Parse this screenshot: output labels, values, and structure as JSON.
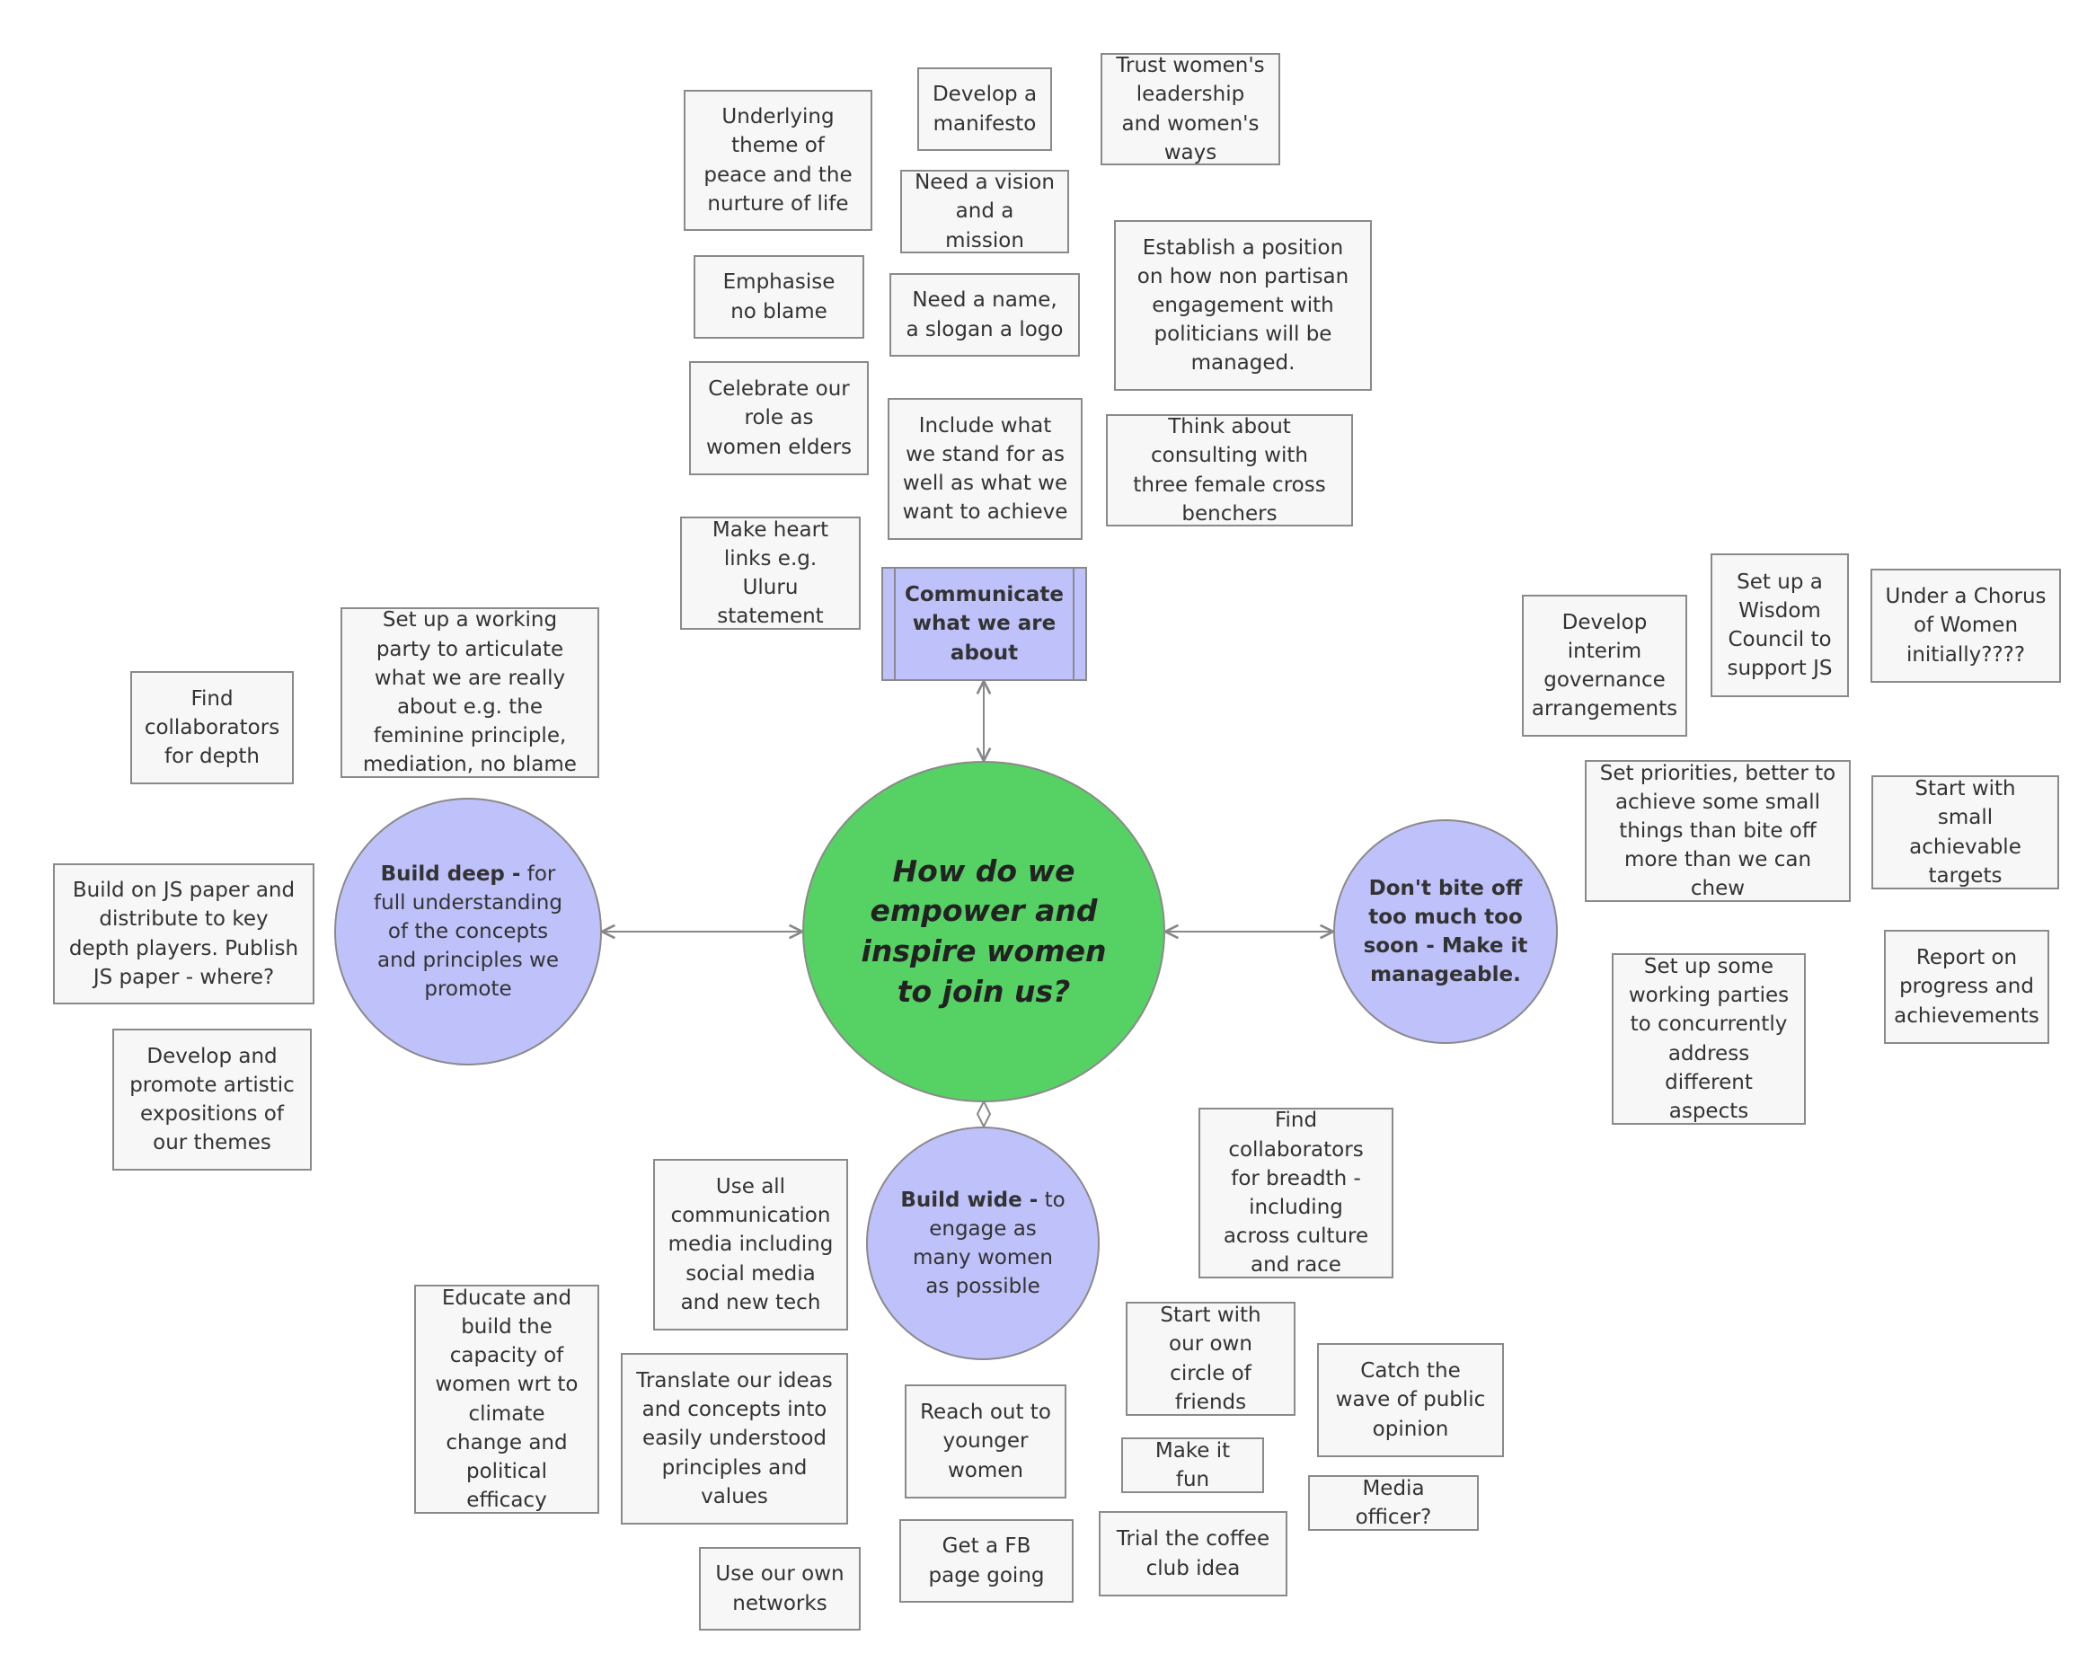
{
  "colors": {
    "center_fill": "#56d163",
    "branch_fill": "#bfc1fa",
    "note_fill": "#f7f7f7",
    "border": "#8a8a8a",
    "connector": "#888888"
  },
  "center": {
    "text": "How do we empower and inspire women to join us?"
  },
  "branches": {
    "communicate": {
      "text": "Communicate what we are about"
    },
    "build_deep": {
      "bold": "Build deep -",
      "rest": "for full understanding of the concepts and principles we promote"
    },
    "dont_bite": {
      "text": "Don't bite off too much too soon - Make it manageable."
    },
    "build_wide": {
      "bold": "Build wide -",
      "rest": "to engage as many women as possible"
    }
  },
  "notes": {
    "underlying_theme": "Underlying theme of peace and the nurture of life",
    "develop_manifesto": "Develop a manifesto",
    "trust_women": "Trust women's leadership and women's ways",
    "vision_mission": "Need a vision and a mission",
    "emphasise_no_blame": "Emphasise no blame",
    "name_slogan_logo": "Need a name, a slogan a logo",
    "establish_position": "Establish a position on how non partisan engagement with politicians will be managed.",
    "celebrate_role": "Celebrate our role as women elders",
    "include_stand_for": "Include what we stand for as well as what we want to achieve",
    "cross_benchers": "Think about consulting with three female cross benchers",
    "heart_links": "Make heart links e.g. Uluru statement",
    "working_party_articulate": "Set up a working party to articulate what we are  really about e.g. the feminine principle, mediation, no blame",
    "collaborators_depth": "Find collaborators for depth",
    "build_on_js_paper": "Build on JS paper and distribute to key depth players. Publish JS paper - where?",
    "artistic_expositions": "Develop and promote artistic expositions of our themes",
    "interim_governance": "Develop interim governance arrangements",
    "wisdom_council": "Set up a Wisdom Council to support JS",
    "chorus_of_women": "Under a Chorus of Women initially????",
    "set_priorities": "Set priorities, better to achieve some small things than bite off more than we can chew",
    "small_targets": "Start with small achievable targets",
    "report_progress": "Report on progress and achievements",
    "concurrent_parties": "Set up some working parties to concurrently address different aspects",
    "collaborators_breadth": "Find collaborators for breadth - including across culture and race",
    "communication_media": "Use all communication media including social media and new tech",
    "educate_capacity": "Educate and build the capacity of women wrt to climate change and political efficacy",
    "translate_ideas": "Translate our ideas and concepts into easily understood principles and values",
    "younger_women": "Reach out to younger women",
    "circle_of_friends": "Start with our own circle of friends",
    "wave_of_opinion": "Catch the wave of public opinion",
    "make_it_fun": "Make it fun",
    "media_officer": "Media officer?",
    "fb_page": "Get a FB page going",
    "coffee_club": "Trial the coffee club idea",
    "own_networks": "Use our own networks"
  }
}
